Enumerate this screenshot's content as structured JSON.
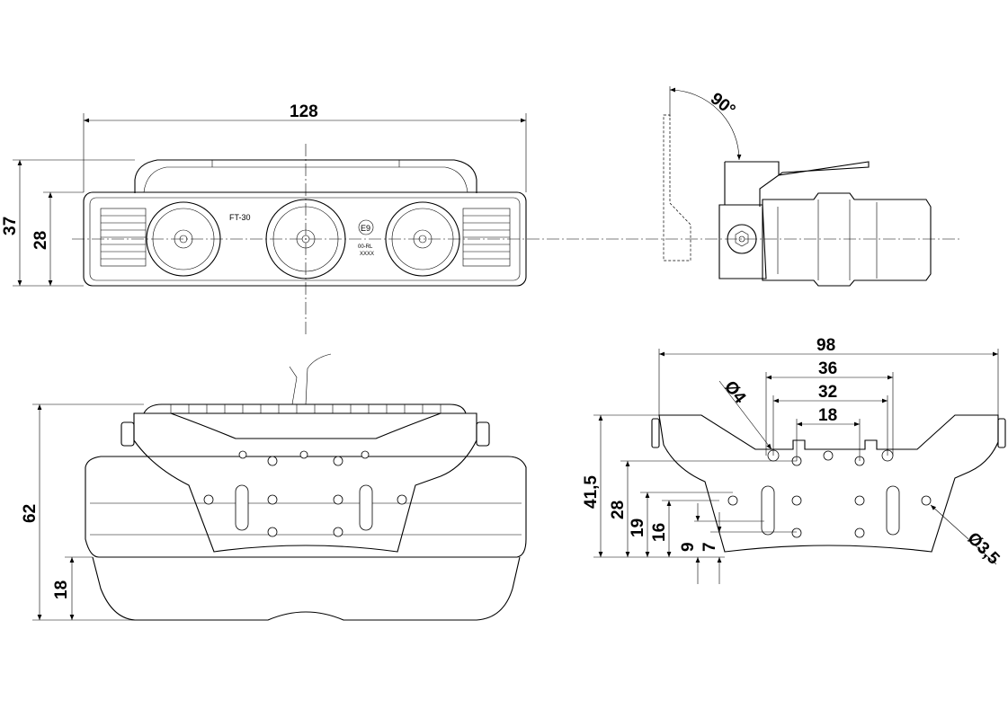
{
  "dimensions": {
    "front_width": "128",
    "front_height_total": "37",
    "front_height_lens": "28",
    "side_angle": "90°",
    "rear_height_total": "62",
    "rear_height_base": "18",
    "plate_width": "98",
    "plate_hole_span_outer": "36",
    "plate_hole_span_mid": "32",
    "plate_hole_span_inner": "18",
    "plate_height": "41,5",
    "plate_h28": "28",
    "plate_h19": "19",
    "plate_h16": "16",
    "plate_h9": "9",
    "plate_h7": "7",
    "hole_diameter_4": "Ø4",
    "hole_diameter_35": "Ø3,5"
  },
  "markings": {
    "part_code": "FT-30",
    "approval_mark": "E9",
    "approval_sub1": "00-RL",
    "approval_sub2": "XXXX"
  }
}
